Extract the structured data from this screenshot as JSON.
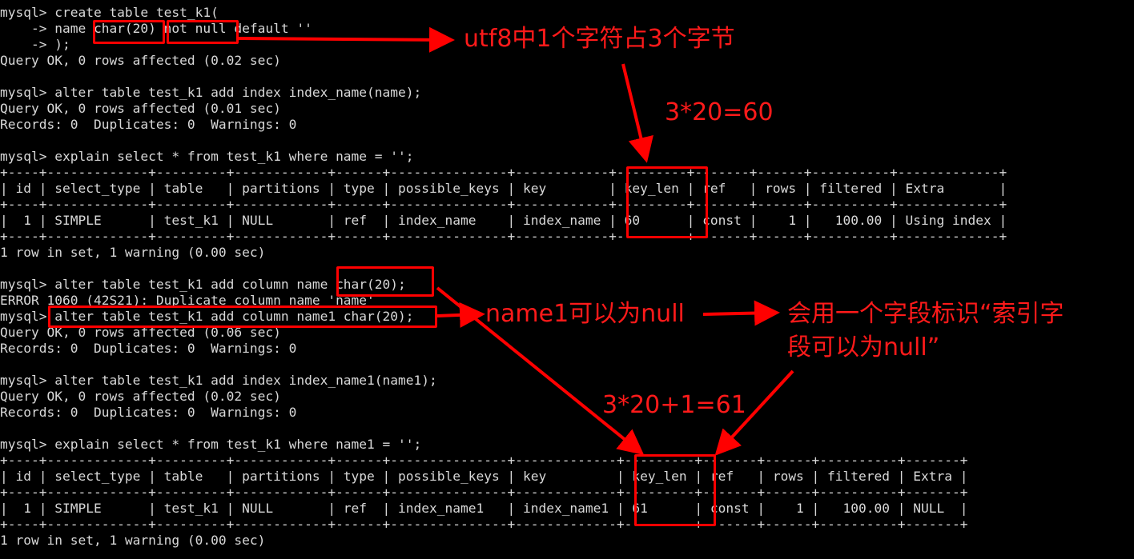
{
  "colors": {
    "background": "#000000",
    "text": "#d8d8d8",
    "annotation": "#ff0000"
  },
  "terminal": {
    "lines": [
      "mysql> create table test_k1(",
      "    -> name char(20) not null default ''",
      "    -> );",
      "Query OK, 0 rows affected (0.02 sec)",
      "",
      "mysql> alter table test_k1 add index index_name(name);",
      "Query OK, 0 rows affected (0.01 sec)",
      "Records: 0  Duplicates: 0  Warnings: 0",
      "",
      "mysql> explain select * from test_k1 where name = '';",
      "+----+-------------+---------+------------+------+---------------+------------+---------+-------+------+----------+-------------+",
      "| id | select_type | table   | partitions | type | possible_keys | key        | key_len | ref   | rows | filtered | Extra       |",
      "+----+-------------+---------+------------+------+---------------+------------+---------+-------+------+----------+-------------+",
      "|  1 | SIMPLE      | test_k1 | NULL       | ref  | index_name    | index_name | 60      | const |    1 |   100.00 | Using index |",
      "+----+-------------+---------+------------+------+---------------+------------+---------+-------+------+----------+-------------+",
      "1 row in set, 1 warning (0.00 sec)",
      "",
      "mysql> alter table test_k1 add column name char(20);",
      "ERROR 1060 (42S21): Duplicate column name 'name'",
      "mysql> alter table test_k1 add column name1 char(20);",
      "Query OK, 0 rows affected (0.06 sec)",
      "Records: 0  Duplicates: 0  Warnings: 0",
      "",
      "mysql> alter table test_k1 add index index_name1(name1);",
      "Query OK, 0 rows affected (0.02 sec)",
      "Records: 0  Duplicates: 0  Warnings: 0",
      "",
      "mysql> explain select * from test_k1 where name1 = '';",
      "+----+-------------+---------+------------+------+---------------+-------------+---------+-------+------+----------+-------+",
      "| id | select_type | table   | partitions | type | possible_keys | key         | key_len | ref   | rows | filtered | Extra |",
      "+----+-------------+---------+------------+------+---------------+-------------+---------+-------+------+----------+-------+",
      "|  1 | SIMPLE      | test_k1 | NULL       | ref  | index_name1   | index_name1 | 61      | const |    1 |   100.00 | NULL  |",
      "+----+-------------+---------+------------+------+---------------+-------------+---------+-------+------+----------+-------+",
      "1 row in set, 1 warning (0.00 sec)"
    ]
  },
  "annotations": {
    "utf8": "utf8中1个字符占3个字节",
    "calc60": "3*20=60",
    "name1_null": "name1可以为null",
    "flag_line1": "会用一个字段标识“索引字",
    "flag_line2": "段可以为null”",
    "calc61": "3*20+1=61"
  }
}
